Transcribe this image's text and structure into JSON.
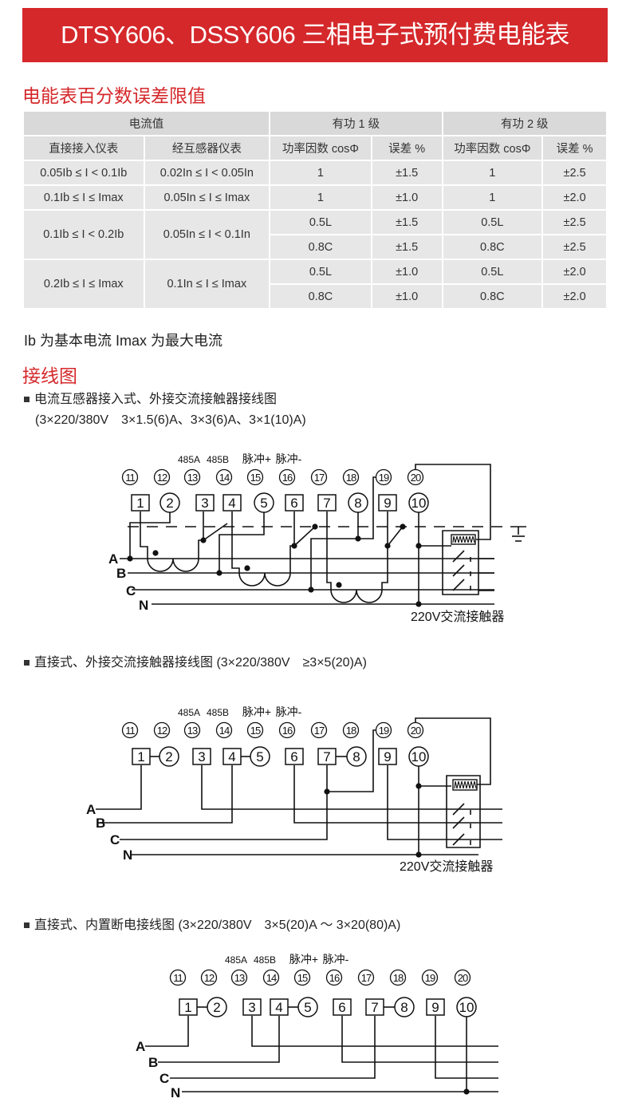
{
  "title": "DTSY606、DSSY606 三相电子式预付费电能表",
  "error_section": {
    "title": "电能表百分数误差限值",
    "table": {
      "group_headers": [
        "电流值",
        "有功 1 级",
        "有功 2 级"
      ],
      "sub_headers": [
        "直接接入仪表",
        "经互感器仪表",
        "功率因数 cosΦ",
        "误差 %",
        "功率因数 cosΦ",
        "误差 %"
      ],
      "rows": [
        {
          "direct": "0.05Ib ≤ I < 0.1Ib",
          "ct": "0.02In ≤ I < 0.05In",
          "pf1": "1",
          "err1": "±1.5",
          "pf2": "1",
          "err2": "±2.5"
        },
        {
          "direct": "0.1Ib ≤ I ≤ Imax",
          "ct": "0.05In ≤ I ≤ Imax",
          "pf1": "1",
          "err1": "±1.0",
          "pf2": "1",
          "err2": "±2.0"
        },
        {
          "direct": "0.1Ib ≤ I < 0.2Ib",
          "ct": "0.05In ≤ I < 0.1In",
          "pf1": "0.5L",
          "err1": "±1.5",
          "pf2": "0.5L",
          "err2": "±2.5"
        },
        {
          "pf1": "0.8C",
          "err1": "±1.5",
          "pf2": "0.8C",
          "err2": "±2.5"
        },
        {
          "direct": "0.2Ib ≤ I ≤ Imax",
          "ct": "0.1In ≤ I ≤ Imax",
          "pf1": "0.5L",
          "err1": "±1.0",
          "pf2": "0.5L",
          "err2": "±2.0"
        },
        {
          "pf1": "0.8C",
          "err1": "±1.0",
          "pf2": "0.8C",
          "err2": "±2.0"
        }
      ]
    },
    "note": "Ib 为基本电流 Imax 为最大电流"
  },
  "wiring_section": {
    "title": "接线图",
    "diagrams": [
      {
        "caption": "电流互感器接入式、外接交流接触器接线图",
        "caption2": "(3×220/380V　3×1.5(6)A、3×3(6)A、3×1(10)A)",
        "top_labels": [
          "485A",
          "485B",
          "脉冲+",
          "脉冲-"
        ],
        "circled": [
          "11",
          "12",
          "13",
          "14",
          "15",
          "16",
          "17",
          "18",
          "19",
          "20"
        ],
        "terminals": [
          "1",
          "2",
          "3",
          "4",
          "5",
          "6",
          "7",
          "8",
          "9",
          "10"
        ],
        "phases": [
          "A",
          "B",
          "C",
          "N"
        ],
        "contactor_label": "220V交流接触器"
      },
      {
        "caption": "直接式、外接交流接触器接线图 (3×220/380V　≥3×5(20)A)",
        "top_labels": [
          "485A",
          "485B",
          "脉冲+",
          "脉冲-"
        ],
        "circled": [
          "11",
          "12",
          "13",
          "14",
          "15",
          "16",
          "17",
          "18",
          "19",
          "20"
        ],
        "terminals": [
          "1",
          "2",
          "3",
          "4",
          "5",
          "6",
          "7",
          "8",
          "9",
          "10"
        ],
        "phases": [
          "A",
          "B",
          "C",
          "N"
        ],
        "contactor_label": "220V交流接触器"
      },
      {
        "caption": "直接式、内置断电接线图 (3×220/380V　3×5(20)A ～ 3×20(80)A)",
        "top_labels": [
          "485A",
          "485B",
          "脉冲+",
          "脉冲-"
        ],
        "circled": [
          "11",
          "12",
          "13",
          "14",
          "15",
          "16",
          "17",
          "18",
          "19",
          "20"
        ],
        "terminals": [
          "1",
          "2",
          "3",
          "4",
          "5",
          "6",
          "7",
          "8",
          "9",
          "10"
        ],
        "phases": [
          "A",
          "B",
          "C",
          "N"
        ]
      }
    ]
  }
}
